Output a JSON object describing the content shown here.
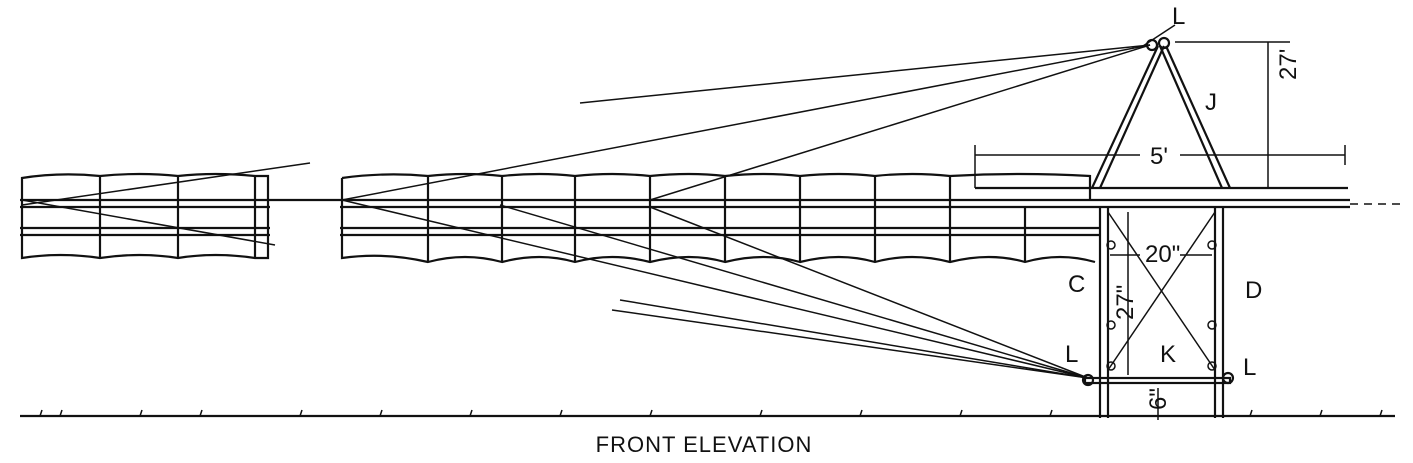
{
  "title": "FRONT ELEVATION",
  "labels": {
    "top_pivot": "L",
    "frame_leg": "J",
    "frame_height": "27'",
    "frame_width": "5'",
    "post_spacing": "20\"",
    "post_height": "27\"",
    "post_left": "C",
    "post_right": "D",
    "bottom_pivot_left": "L",
    "crossbar": "K",
    "bottom_pivot_right": "L",
    "ground_clearance": "6\""
  }
}
